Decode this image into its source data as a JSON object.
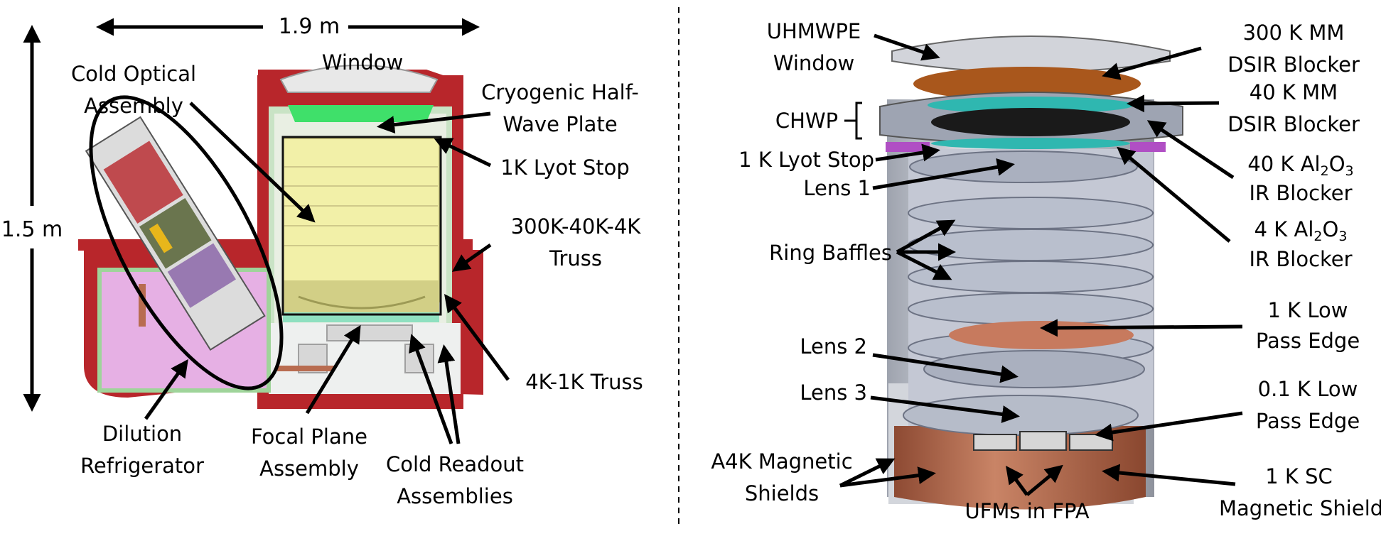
{
  "left_panel": {
    "width_dim": "1.9 m",
    "height_dim": "1.5 m",
    "window": "Window",
    "cold_optical_assembly": [
      "Cold Optical",
      "Assembly"
    ],
    "cryogenic_hwp": [
      "Cryogenic Half-",
      "Wave Plate"
    ],
    "lyot_stop": "1K Lyot Stop",
    "truss_300_40_4": [
      "300K-40K-4K",
      "Truss"
    ],
    "truss_4_1": "4K-1K Truss",
    "dilution_refrigerator": [
      "Dilution",
      "Refrigerator"
    ],
    "focal_plane_assembly": [
      "Focal Plane",
      "Assembly"
    ],
    "cold_readout_assemblies": [
      "Cold Readout",
      "Assemblies"
    ]
  },
  "right_panel": {
    "uhmwpe_window": [
      "UHMWPE",
      "Window"
    ],
    "chwp": "CHWP",
    "lyot_stop_1k": "1 K Lyot Stop",
    "lens1": "Lens 1",
    "ring_baffles": "Ring Baffles",
    "lens2": "Lens 2",
    "lens3": "Lens 3",
    "a4k_shields": [
      "A4K Magnetic",
      "Shields"
    ],
    "ufms": "UFMs in FPA",
    "mm_300k": [
      "300 K MM",
      "DSIR Blocker"
    ],
    "mm_40k": [
      "40 K MM",
      "DSIR Blocker"
    ],
    "ir_40k": [
      "40 K Al",
      "2",
      "O",
      "3",
      "IR Blocker"
    ],
    "ir_4k": [
      "4 K Al",
      "2",
      "O",
      "3",
      "IR Blocker"
    ],
    "lowpass_1k": [
      "1 K Low",
      "Pass Edge"
    ],
    "lowpass_01k": [
      "0.1 K Low",
      "Pass Edge"
    ],
    "sc_shield_1k": [
      "1 K SC",
      "Magnetic Shield"
    ]
  },
  "colors": {
    "shell_red": "#b8262b",
    "lens_yellow": "#f2f0a8",
    "filter_green": "#3fe06a",
    "dr_pink": "#e6b0e4",
    "copper": "#b86c50",
    "steel": "#c7cad3",
    "brown_filter": "#a9571c",
    "cyan_filter": "#2fb7b0"
  }
}
